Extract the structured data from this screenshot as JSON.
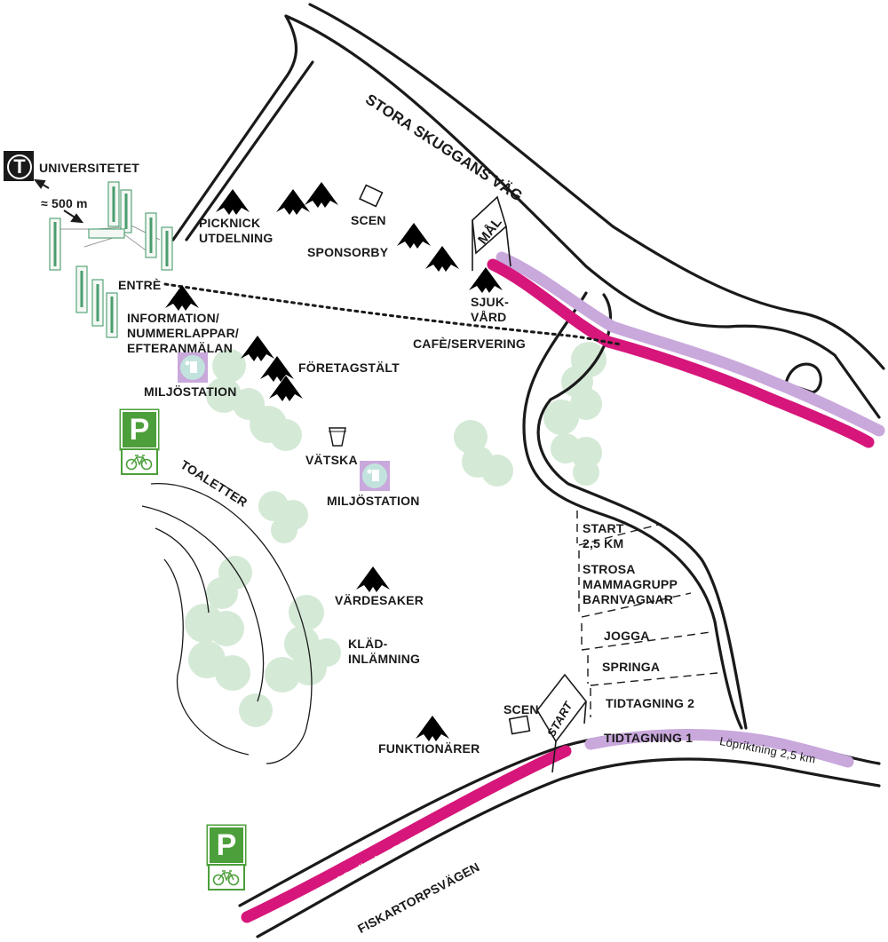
{
  "colors": {
    "pink_route": "#d6167a",
    "lavender_route": "#c9a8dc",
    "trees": "#d4e9d6",
    "tent": "#c9a8dc",
    "parking": "#4c9f3a",
    "metro_sign": "#1a1a1a"
  },
  "icons": {
    "metro": "metro-t-icon",
    "parking": "parking-icon",
    "bicycle": "bicycle-icon",
    "tent": "tent-icon",
    "recycle": "recycling-station-icon",
    "cup": "cup-icon",
    "stage": "stage-icon",
    "flag": "finish-flag-icon"
  },
  "metro": {
    "symbol": "T",
    "label": "UNIVERSITETET",
    "distance": "≈ 500 m"
  },
  "parking": {
    "symbol": "P"
  },
  "roads": {
    "north": "STORA SKUGGANS VÄG",
    "south": "FISKARTORPSVÄGEN"
  },
  "route_labels": {
    "five_km": "Löpriktning 5 km",
    "two_half_km": "Löpriktning 2,5 km"
  },
  "flags": {
    "finish": "MÅL",
    "start": "START"
  },
  "places": {
    "picnic": "PICKNICK\nUTDELNING",
    "stage_north": "SCEN",
    "sponsor": "SPONSORBY",
    "entrance": "ENTRÈ",
    "info": "INFORMATION/\nNUMMERLAPPAR/\nEFTERANMÄLAN",
    "cafe": "CAFÈ/SERVERING",
    "medical": "SJUK-\nVÅRD",
    "company": "FÖRETAGSTÄLT",
    "env1": "MILJÖSTATION",
    "env2": "MILJÖSTATION",
    "toilets": "TOALETTER",
    "water": "VÄTSKA",
    "valuables": "VÄRDESAKER",
    "cloakroom": "KLÄD-\nINLÄMNING",
    "officials": "FUNKTIONÄRER",
    "stage_south": "SCEN"
  },
  "start_corrals": [
    "START\n2,5 KM",
    "STROSA\nMAMMAGRUPP\nBARNVAGNAR",
    "JOGGA",
    "SPRINGA",
    "TIDTAGNING 2",
    "TIDTAGNING 1"
  ]
}
